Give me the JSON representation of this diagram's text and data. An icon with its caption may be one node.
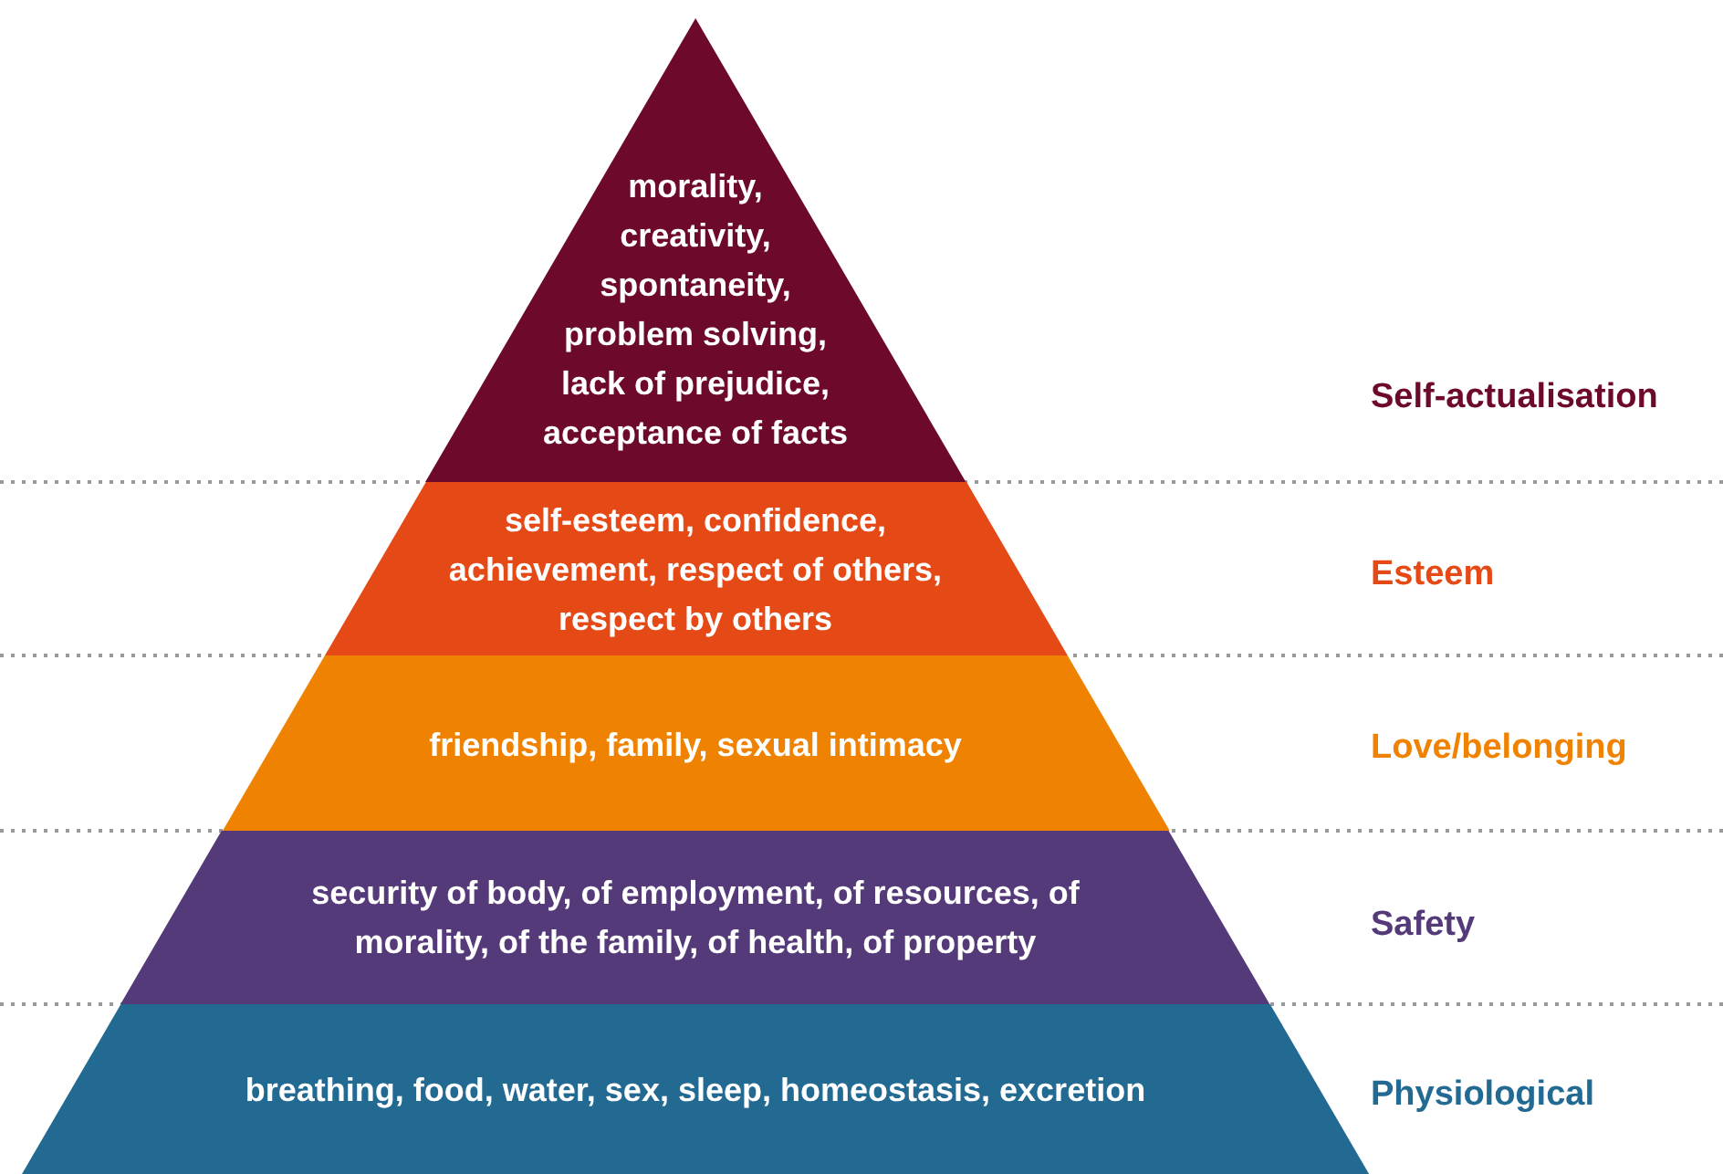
{
  "diagram": {
    "nodes": [
      {
        "text": [
          "morality, creativity, spontaneity, problem solving, lack of prejudice, acceptance of facts"
        ]
      },
      {
        "text": [
          "self-esteem, confidence, achievement, respect of others, respect by others"
        ]
      },
      {
        "text": [
          "friendship, family, sexual intimacy"
        ]
      },
      {
        "text": [
          "security of body, of employment, of resources, of morality, of the family, of health, of property"
        ]
      },
      {
        "text": [
          "breathing, food, water, sex, sleep, homeostasis, excretion"
        ]
      }
    ],
    "labels": [
      "Self-actualisation",
      "Esteem",
      "Love/belonging",
      "Safety",
      "Physiological"
    ]
  }
}
